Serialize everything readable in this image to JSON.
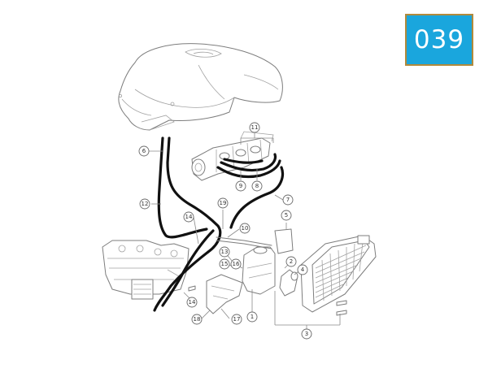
{
  "badge": {
    "number": "039",
    "color": "#1aa6dd",
    "border": "#b08a3c"
  },
  "callouts": [
    {
      "id": "c1",
      "label": "1"
    },
    {
      "id": "c2",
      "label": "2"
    },
    {
      "id": "c3",
      "label": "3"
    },
    {
      "id": "c4",
      "label": "4"
    },
    {
      "id": "c5",
      "label": "5"
    },
    {
      "id": "c6",
      "label": "6"
    },
    {
      "id": "c7",
      "label": "7"
    },
    {
      "id": "c8",
      "label": "8"
    },
    {
      "id": "c9",
      "label": "9"
    },
    {
      "id": "c10",
      "label": "10"
    },
    {
      "id": "c11",
      "label": "11"
    },
    {
      "id": "c12",
      "label": "12"
    },
    {
      "id": "c13",
      "label": "13"
    },
    {
      "id": "c14a",
      "label": "14"
    },
    {
      "id": "c14b",
      "label": "14"
    },
    {
      "id": "c15",
      "label": "15"
    },
    {
      "id": "c16",
      "label": "16"
    },
    {
      "id": "c17",
      "label": "17"
    },
    {
      "id": "c18",
      "label": "18"
    },
    {
      "id": "c19",
      "label": "19"
    }
  ]
}
